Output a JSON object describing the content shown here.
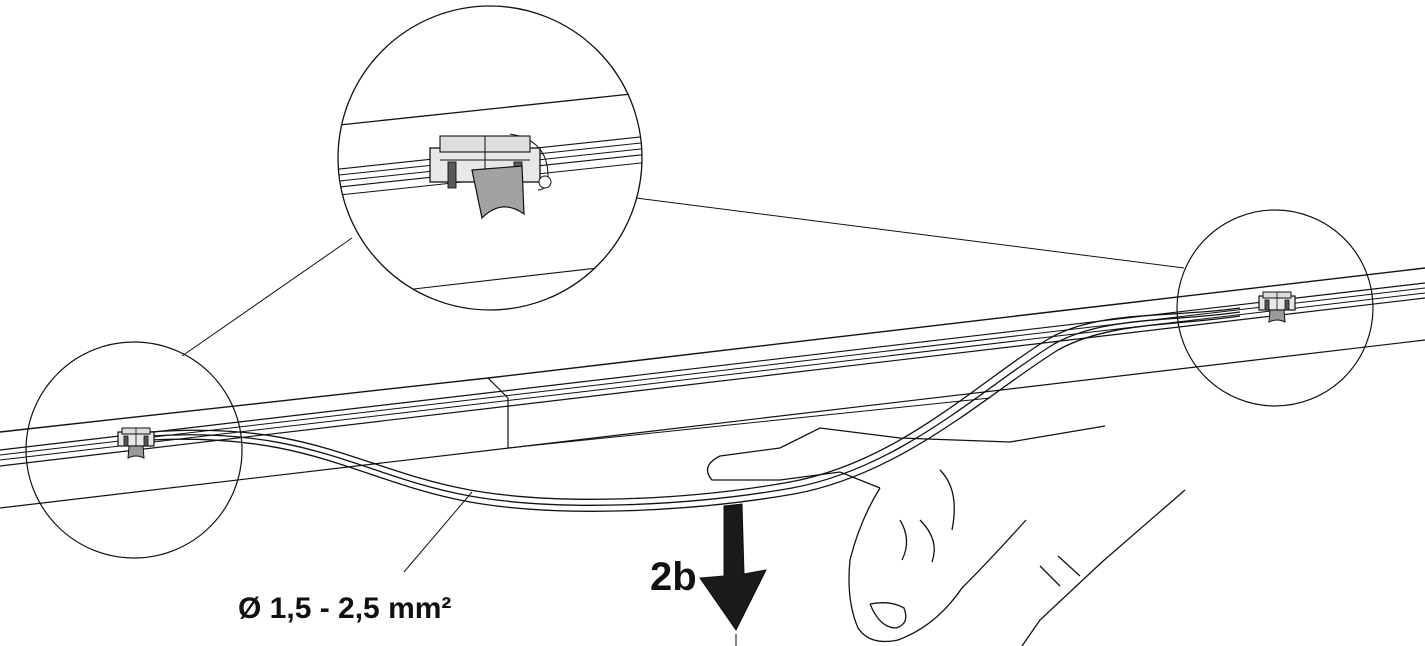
{
  "step_label": "2b",
  "wire_spec": "Ø 1,5 - 2,5 mm²",
  "colors": {
    "line": "#111111",
    "clip_fill": "#e8e8e8",
    "clip_dark": "#6a6a6a",
    "background": "#ffffff"
  },
  "elements": {
    "rail": "mounting-rail",
    "wire": "cable-bundle",
    "clip": "cable-clip",
    "hand": "hand-pressing-cable",
    "arrow": "push-down-arrow",
    "zoom": "magnifier-circle"
  }
}
